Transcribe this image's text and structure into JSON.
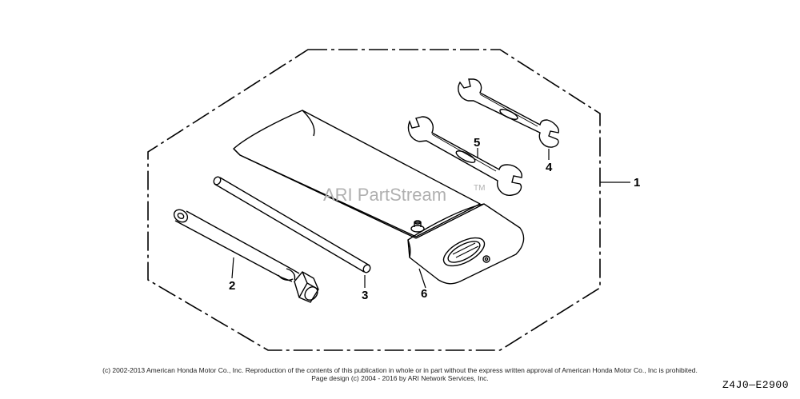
{
  "watermark": {
    "text": "ARI PartStream",
    "tm": "TM"
  },
  "callouts": [
    {
      "id": "1",
      "label": "1"
    },
    {
      "id": "2",
      "label": "2"
    },
    {
      "id": "3",
      "label": "3"
    },
    {
      "id": "4",
      "label": "4"
    },
    {
      "id": "5",
      "label": "5"
    },
    {
      "id": "6",
      "label": "6"
    }
  ],
  "footer": {
    "copyright_line1": "(c) 2002-2013 American Honda Motor Co., Inc. Reproduction of the contents of this publication in whole or in part without the express written approval of American Honda Motor Co., Inc is prohibited.",
    "copyright_line2": "Page design (c) 2004 - 2016 by ARI Network Services, Inc.",
    "diagram_code": "Z4J0—E2900"
  },
  "colors": {
    "line": "#000000",
    "watermark": "#b0b0b0",
    "background": "#ffffff"
  }
}
